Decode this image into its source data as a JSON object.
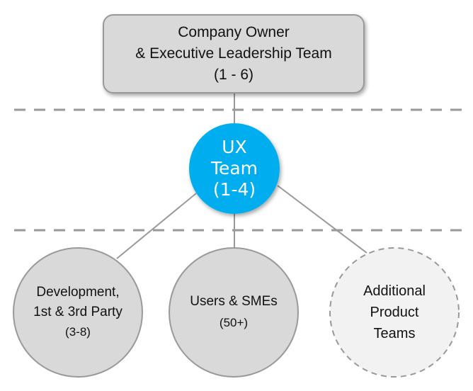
{
  "diagram": {
    "title": "",
    "colors": {
      "ux_team_fill": "#00AEEF",
      "node_fill": "#D9D9D9",
      "optional_node_fill": "#F2F2F2",
      "stroke": "#999999",
      "separator": "#999999"
    },
    "nodes": {
      "owner": {
        "lines": [
          "Company Owner",
          "& Executive Leadership Team",
          "(1 - 6)"
        ]
      },
      "ux_team": {
        "lines": [
          "UX",
          "Team",
          "(1-4)"
        ]
      },
      "development": {
        "lines": [
          "Development,",
          "1st & 3rd Party",
          "(3-8)"
        ]
      },
      "users": {
        "lines": [
          "Users & SMEs",
          "(50+)"
        ]
      },
      "additional": {
        "lines": [
          "Additional",
          "Product",
          "Teams"
        ],
        "style": "dashed"
      }
    },
    "edges": [
      {
        "from": "owner",
        "to": "ux_team"
      },
      {
        "from": "ux_team",
        "to": "development"
      },
      {
        "from": "ux_team",
        "to": "users"
      },
      {
        "from": "ux_team",
        "to": "additional"
      }
    ],
    "separators": [
      "tier-1-2",
      "tier-2-3"
    ]
  }
}
